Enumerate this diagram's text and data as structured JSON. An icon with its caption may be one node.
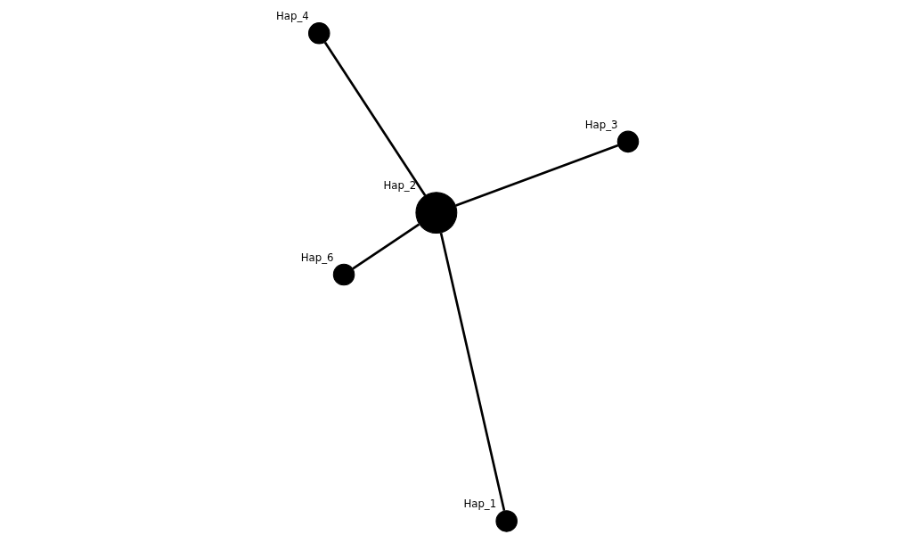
{
  "diagram": {
    "nodes": [
      {
        "text": [
          "Hap_6"
        ]
      },
      {
        "text": [
          "Hap_2"
        ]
      },
      {
        "text": [
          "Hap_1"
        ]
      },
      {
        "text": [
          "Hap_4"
        ]
      },
      {
        "text": [
          "Hap_3"
        ]
      }
    ],
    "edges": [
      {
        "from": 1,
        "to": 0,
        "arrow": "none"
      },
      {
        "from": 1,
        "to": 2,
        "arrow": "none"
      },
      {
        "from": 1,
        "to": 3,
        "arrow": "none"
      },
      {
        "from": 1,
        "to": 4,
        "arrow": "none"
      }
    ]
  }
}
